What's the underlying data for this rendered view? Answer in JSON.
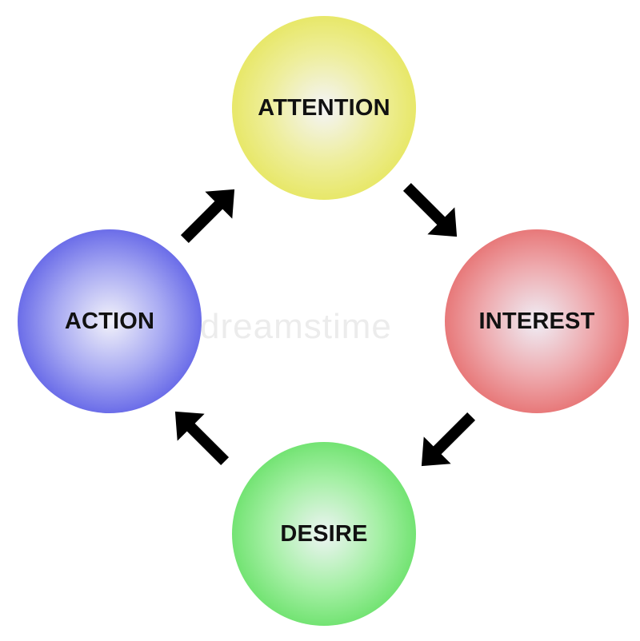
{
  "diagram": {
    "nodes": [
      {
        "id": "attention",
        "label": "ATTENTION",
        "color": "#e6e65c"
      },
      {
        "id": "interest",
        "label": "INTEREST",
        "color": "#e66c6c"
      },
      {
        "id": "desire",
        "label": "DESIRE",
        "color": "#66e066"
      },
      {
        "id": "action",
        "label": "ACTION",
        "color": "#5c5ee6"
      }
    ],
    "edges": [
      {
        "from": "attention",
        "to": "interest"
      },
      {
        "from": "interest",
        "to": "desire"
      },
      {
        "from": "desire",
        "to": "action"
      },
      {
        "from": "action",
        "to": "attention"
      }
    ],
    "arrow_color": "#000000",
    "watermark": "dreamstime"
  }
}
